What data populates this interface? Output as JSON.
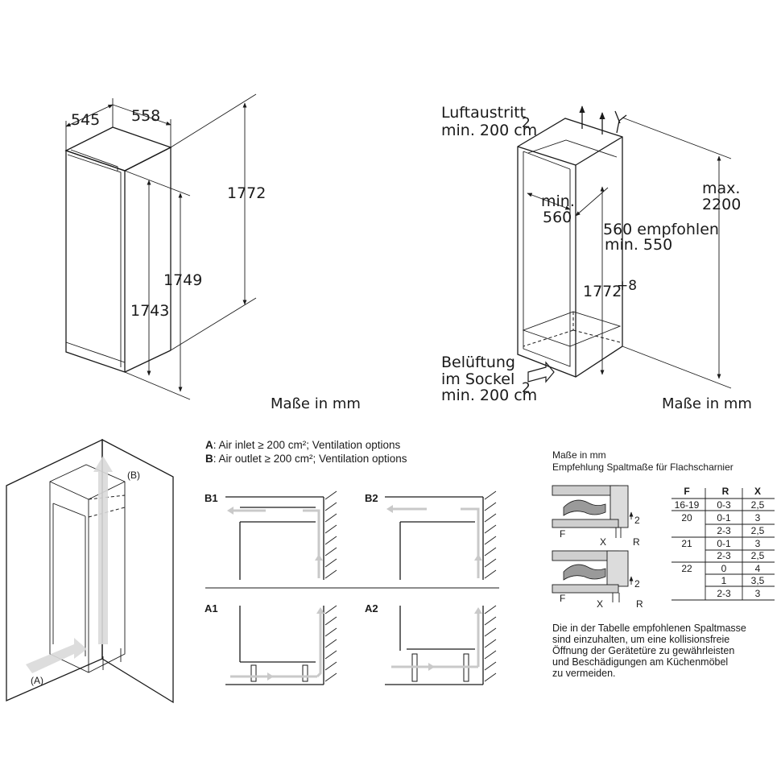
{
  "top_left": {
    "dims": {
      "d545": "545",
      "d558": "558",
      "d1772": "1772",
      "d1749": "1749",
      "d1743": "1743"
    },
    "unit_label": "Maße in mm"
  },
  "top_right": {
    "air_out_line1": "Luftaustritt",
    "air_out_line2": "min. 200 cm",
    "air_out_sup": "2",
    "width_line1": "min.",
    "width_line2": "560",
    "depth_line1": "560 empfohlen",
    "depth_line2": "min. 550",
    "height": "1772",
    "height_sup": "+8",
    "max_line1": "max.",
    "max_line2": "2200",
    "vent_line1": "Belüftung",
    "vent_line2": "im Sockel",
    "vent_line3": "min. 200 cm",
    "vent_sup": "2",
    "unit_label": "Maße in mm"
  },
  "bottom_left": {
    "label_b": "(B)",
    "label_a": "(A)"
  },
  "bottom_mid": {
    "legend_a_key": "A",
    "legend_a_text": ": Air inlet ≥ 200 cm²; Ventilation options",
    "legend_b_key": "B",
    "legend_b_text": ": Air outlet ≥ 200 cm²; Ventilation options",
    "panels": [
      "B1",
      "B2",
      "A1",
      "A2"
    ]
  },
  "bottom_right": {
    "title_line1": "Maße in mm",
    "title_line2": "Empfehlung Spaltmaße für Flachscharnier",
    "labels": {
      "f": "F",
      "x": "X",
      "r": "R",
      "two": "2"
    },
    "table": {
      "headers": [
        "F",
        "R",
        "X"
      ],
      "rows": [
        [
          "16-19",
          "0-3",
          "2,5"
        ],
        [
          "20",
          "0-1",
          "3"
        ],
        [
          "",
          "2-3",
          "2,5"
        ],
        [
          "21",
          "0-1",
          "3"
        ],
        [
          "",
          "2-3",
          "2,5"
        ],
        [
          "22",
          "0",
          "4"
        ],
        [
          "",
          "1",
          "3,5"
        ],
        [
          "",
          "2-3",
          "3"
        ]
      ]
    },
    "note": [
      "Die in der Tabelle empfohlenen Spaltmasse",
      "sind einzuhalten, um eine kollisionsfreie",
      "Öffnung der Gerätetüre zu gewährleisten",
      "und Beschädigungen am Küchenmöbel",
      "zu vermeiden."
    ]
  }
}
